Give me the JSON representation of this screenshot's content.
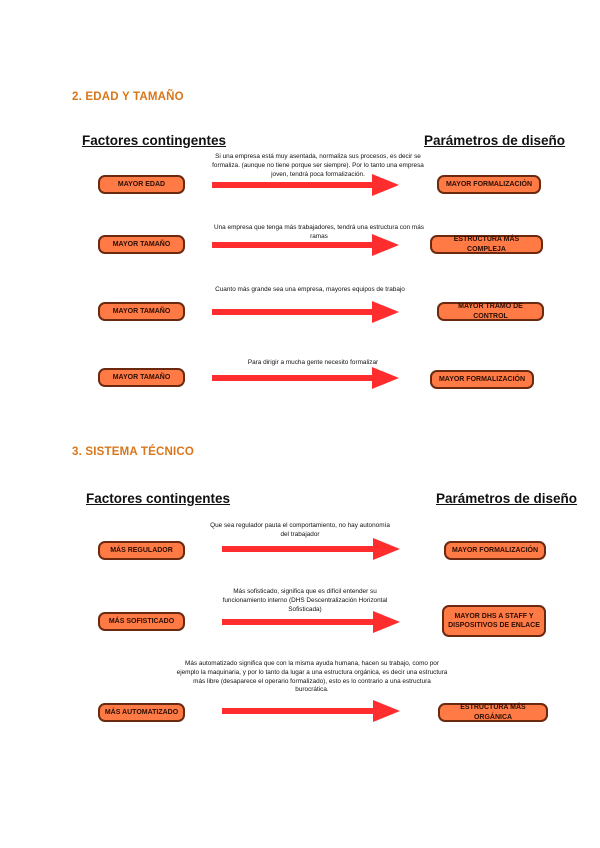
{
  "sections": [
    {
      "title": "2. EDAD Y TAMAÑO",
      "left_header": "Factores contingentes",
      "right_header": "Parámetros de diseño",
      "rows": [
        {
          "factor": "MAYOR EDAD",
          "note": "Si una empresa está muy asentada, normaliza sus procesos, es decir se formaliza. (aunque no tiene porque ser siempre). Por lo tanto una empresa joven, tendrá poca formalización.",
          "parameter": "MAYOR FORMALIZACIÓN"
        },
        {
          "factor": "MAYOR TAMAÑO",
          "note": "Una empresa que tenga más trabajadores, tendrá una estructura con más ramas",
          "parameter": "ESTRUCTURA MÁS COMPLEJA"
        },
        {
          "factor": "MAYOR TAMAÑO",
          "note": "Cuanto más grande sea una empresa, mayores equipos de trabajo",
          "parameter": "MAYOR TRAMO DE CONTROL"
        },
        {
          "factor": "MAYOR TAMAÑO",
          "note": "Para dirigir a mucha gente necesito formalizar",
          "parameter": "MAYOR FORMALIZACIÓN"
        }
      ]
    },
    {
      "title": "3. SISTEMA TÉCNICO",
      "left_header": "Factores contingentes",
      "right_header": "Parámetros de diseño",
      "rows": [
        {
          "factor": "MÁS REGULADOR",
          "note": "Que sea regulador pauta el comportamiento, no hay autonomía del trabajador",
          "parameter": "MAYOR FORMALIZACIÓN"
        },
        {
          "factor": "MÁS SOFISTICADO",
          "note": "Más sofisticado, significa que es difícil entender su funcionamiento interno (DHS Descentralización Horizontal Sofisticada)",
          "parameter": "MAYOR DHS A STAFF Y DISPOSITIVOS DE ENLACE"
        },
        {
          "factor": "MÁS AUTOMATIZADO",
          "note": "Más automatizado significa que con la misma ayuda humana, hacen su trabajo, como por ejemplo la maquinaria, y por lo tanto da lugar a una estructura orgánica, es decir una estructura más libre (desaparece el operario formalizado), esto es lo contrario a una estructura burocrática.",
          "parameter": "ESTRUCTURA MÁS ORGÁNICA"
        }
      ]
    }
  ]
}
